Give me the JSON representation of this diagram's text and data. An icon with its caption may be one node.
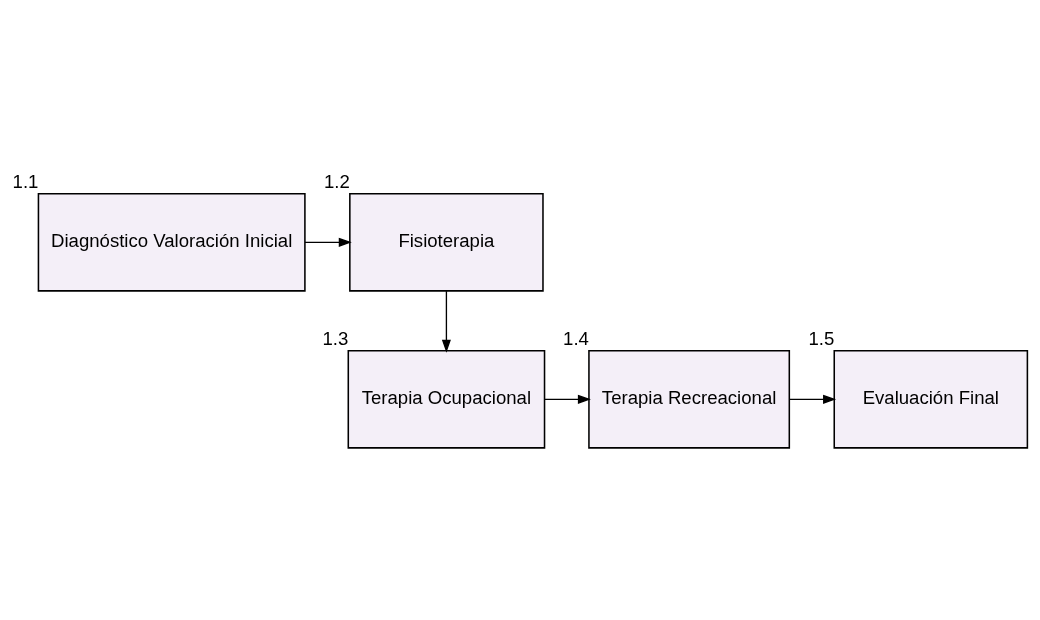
{
  "diagram": {
    "nodes": [
      {
        "text": [
          "Diagnóstico Valoración Inicial"
        ],
        "beside": [
          "1.1"
        ]
      },
      {
        "text": [
          "Fisioterapia"
        ],
        "beside": [
          "1.2"
        ]
      },
      {
        "text": [
          "Terapia Ocupacional"
        ],
        "beside": [
          "1.3"
        ]
      },
      {
        "text": [
          "Terapia Recreacional"
        ],
        "beside": [
          "1.4"
        ]
      },
      {
        "text": [
          "Evaluación Final"
        ],
        "beside": [
          "1.5"
        ]
      }
    ],
    "edges": [
      {
        "from": 0,
        "to": 1,
        "arrow": "to"
      },
      {
        "from": 1,
        "to": 2,
        "arrow": "to"
      },
      {
        "from": 2,
        "to": 3,
        "arrow": "to"
      },
      {
        "from": 3,
        "to": 4,
        "arrow": "to"
      }
    ]
  }
}
